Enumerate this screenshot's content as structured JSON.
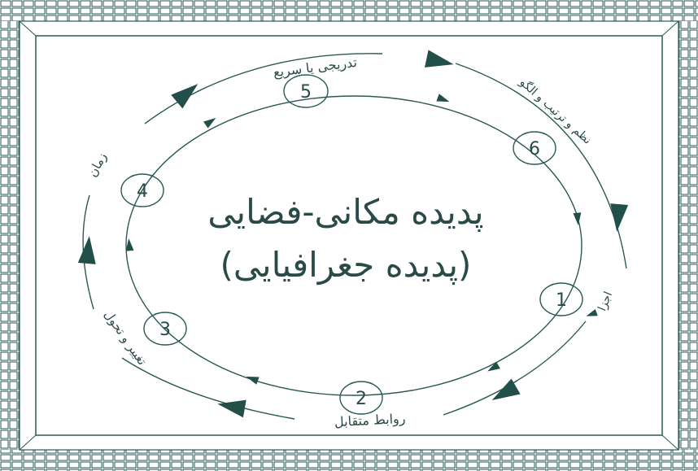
{
  "title_line1": "پدیده مکانی-فضایی",
  "title_line2": "(پدیده جغرافیایی)",
  "nodes": [
    {
      "label": "1"
    },
    {
      "label": "2"
    },
    {
      "label": "3"
    },
    {
      "label": "4"
    },
    {
      "label": "5"
    },
    {
      "label": "6"
    }
  ],
  "labels": {
    "top": "تدریجی یا سریع",
    "top_right": "نظم و ترتیب و الگو",
    "right": "اجزا",
    "bottom": "روابط متقابل",
    "bottom_left": "تغییر و تحول",
    "left": "زمان"
  },
  "colors": {
    "stroke": "#2a5a55",
    "arrow": "#234f4b",
    "text": "#2a4a47"
  }
}
